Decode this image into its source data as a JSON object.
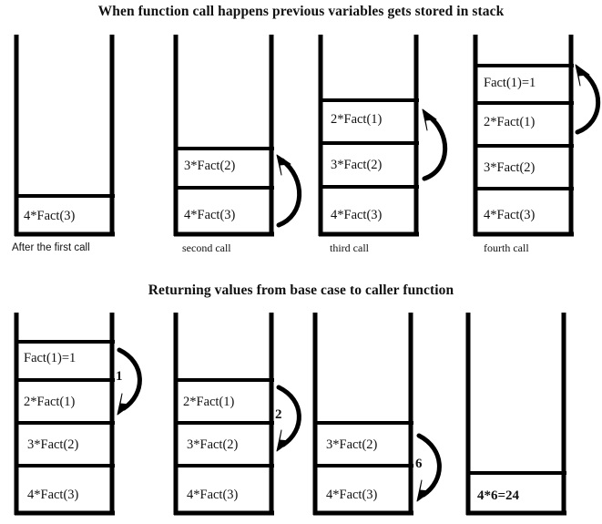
{
  "diagram": {
    "titles": {
      "top": "When function call happens previous variables gets stored in stack",
      "bottom": "Returning values from base case to caller function"
    },
    "ink_color": "#000000",
    "background": "#ffffff"
  },
  "top_row": {
    "stacks": [
      {
        "caption": "After the first call",
        "frames": [
          "4*Fact(3)"
        ],
        "arrow": null
      },
      {
        "caption": "second call",
        "frames": [
          "3*Fact(2)",
          "4*Fact(3)"
        ],
        "arrow": {
          "direction": "up-left",
          "label": ""
        }
      },
      {
        "caption": "third call",
        "frames": [
          "2*Fact(1)",
          "3*Fact(2)",
          "4*Fact(3)"
        ],
        "arrow": {
          "direction": "up-left",
          "label": ""
        }
      },
      {
        "caption": "fourth call",
        "frames": [
          "Fact(1)=1",
          "2*Fact(1)",
          "3*Fact(2)",
          "4*Fact(3)"
        ],
        "arrow": {
          "direction": "up-left",
          "label": ""
        }
      }
    ]
  },
  "bottom_row": {
    "stacks": [
      {
        "caption": "",
        "frames": [
          "Fact(1)=1",
          "2*Fact(1)",
          "3*Fact(2)",
          "4*Fact(3)"
        ],
        "arrow": {
          "direction": "down-left",
          "label": "1"
        }
      },
      {
        "caption": "",
        "frames": [
          "2*Fact(1)",
          "3*Fact(2)",
          "4*Fact(3)"
        ],
        "arrow": {
          "direction": "down-left",
          "label": "2"
        }
      },
      {
        "caption": "",
        "frames": [
          "3*Fact(2)",
          "4*Fact(3)"
        ],
        "arrow": {
          "direction": "down-left",
          "label": "6"
        }
      },
      {
        "caption": "",
        "frames": [
          "4*6=24"
        ],
        "arrow": null,
        "bold_last": true
      }
    ]
  }
}
